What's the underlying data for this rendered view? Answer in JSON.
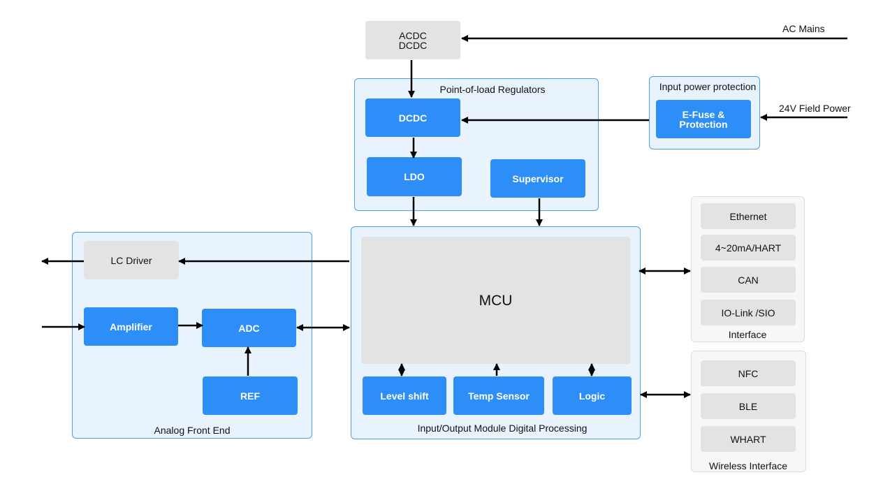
{
  "external": {
    "ac_mains": "AC Mains",
    "field_power": "24V Field Power"
  },
  "power": {
    "acdc_line1": "ACDC",
    "acdc_line2": "DCDC",
    "pol_title": "Point-of-load Regulators",
    "dcdc": "DCDC",
    "ldo": "LDO",
    "supervisor": "Supervisor"
  },
  "input_protection": {
    "title": "Input power protection",
    "efuse_line1": "E-Fuse &",
    "efuse_line2": "Protection"
  },
  "afe": {
    "title": "Analog Front End",
    "lc_driver": "LC Driver",
    "amplifier": "Amplifier",
    "adc": "ADC",
    "ref": "REF"
  },
  "digital": {
    "title": "Input/Output Module Digital Processing",
    "mcu": "MCU",
    "level_shift": "Level shift",
    "temp_sensor": "Temp Sensor",
    "logic": "Logic"
  },
  "interface": {
    "title": "Interface",
    "items": [
      "Ethernet",
      "4~20mA/HART",
      "CAN",
      "IO-Link /SIO"
    ]
  },
  "wireless": {
    "title": "Wireless Interface",
    "items": [
      "NFC",
      "BLE",
      "WHART"
    ]
  },
  "colors": {
    "block_blue": "#2e8ef7",
    "group_fill": "#e8f3fd",
    "group_border": "#4a9fe6",
    "grey_block": "#e3e3e3",
    "wire": "#000000"
  }
}
